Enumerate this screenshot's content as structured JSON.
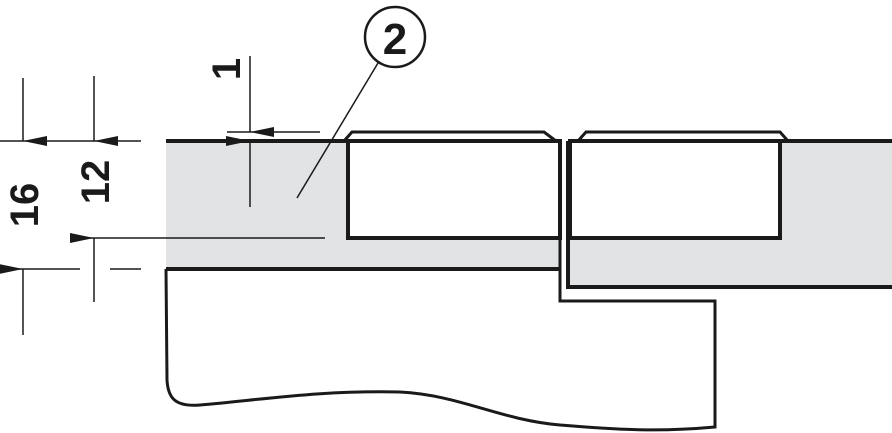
{
  "diagram": {
    "callout": "2",
    "dimensions": {
      "total_thickness": "16",
      "pocket_depth": "12",
      "lid_projection": "1"
    },
    "colors": {
      "line": "#1a1a1a",
      "panel_fill": "#e2e3e4",
      "background": "#ffffff"
    }
  }
}
